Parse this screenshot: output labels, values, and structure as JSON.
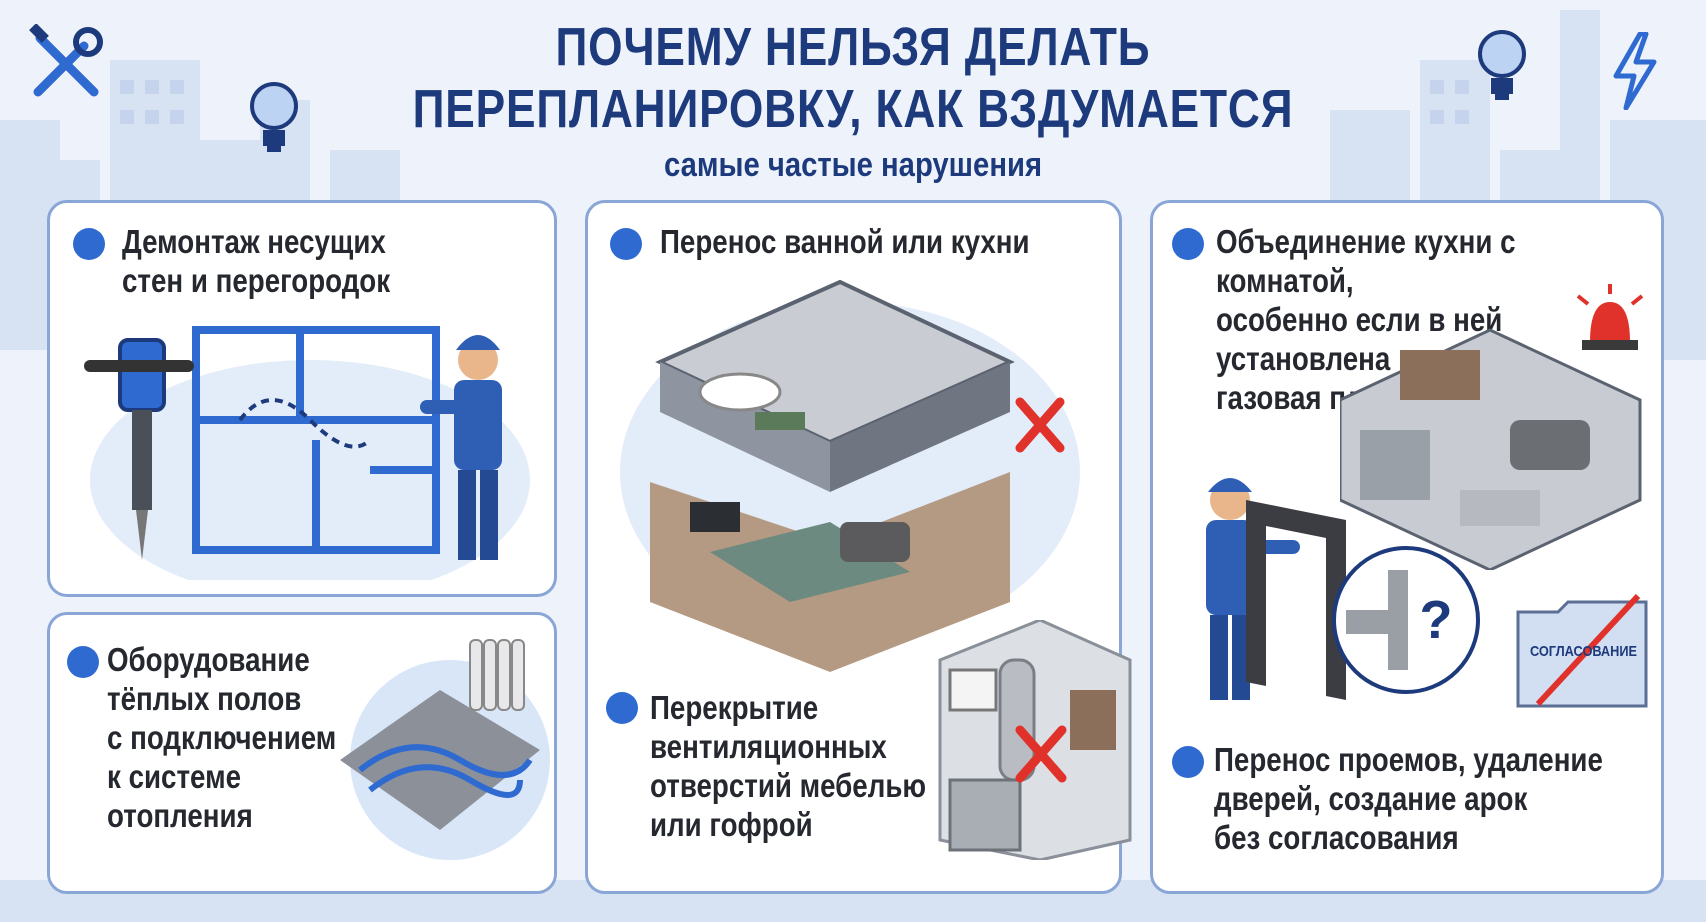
{
  "header": {
    "title_line1": "ПОЧЕМУ НЕЛЬЗЯ ДЕЛАТЬ",
    "title_line2": "ПЕРЕПЛАНИРОВКУ, КАК ВЗДУМАЕТСЯ",
    "subtitle": "самые частые нарушения"
  },
  "violations": {
    "walls": "Демонтаж несущих\nстен и перегородок",
    "floors": "Оборудование\nтёплых полов\nс подключением\nк системе\nотопления",
    "bath_kitchen": "Перенос ванной или кухни",
    "ventilation": "Перекрытие\nвентиляционных\nотверстий мебелью\nили гофрой",
    "kitchen_room": "Объединение кухни с комнатой,\nособенно  если в ней\nустановлена\nгазовая плита",
    "openings": "Перенос проемов, удаление\nдверей, создание арок\nбез согласования"
  },
  "folder_label": "СОГЛАСОВАНИЕ",
  "icons": [
    "tools-icon",
    "lightbulb-icon",
    "lightning-icon",
    "worker-icon",
    "cross-mark-icon",
    "alarm-light-icon",
    "question-mark-icon",
    "folder-icon"
  ],
  "colors": {
    "brand_blue": "#1d3a7c",
    "accent_blue": "#2f6ad1",
    "card_border": "#8aa6d6",
    "warning_red": "#e0322b",
    "background": "#eef3fb"
  }
}
